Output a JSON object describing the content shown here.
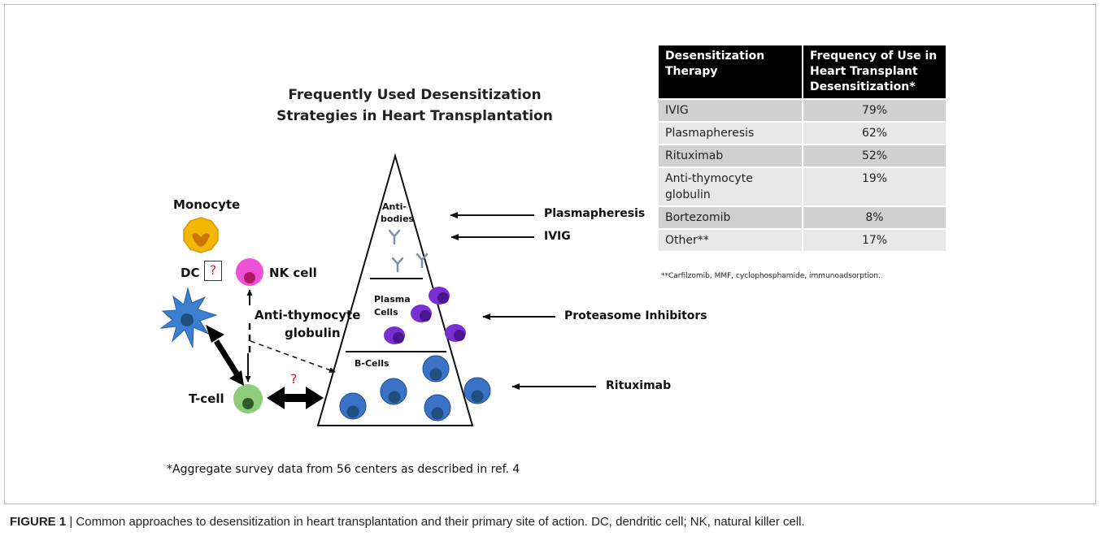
{
  "diagram": {
    "title_line1": "Frequently Used Desensitization",
    "title_line2": "Strategies in Heart Transplantation",
    "cells": {
      "monocyte": "Monocyte",
      "dc": "DC",
      "nk": "NK cell",
      "tcell": "T-cell"
    },
    "question_mark": "?",
    "atg_line1": "Anti-thymocyte",
    "atg_line2": "globulin",
    "tiers": {
      "antibodies_line1": "Anti-",
      "antibodies_line2": "bodies",
      "plasma_line1": "Plasma",
      "plasma_line2": "Cells",
      "bcells": "B-Cells"
    },
    "therapies": {
      "plasmapheresis": "Plasmapheresis",
      "ivig": "IVIG",
      "proteasome": "Proteasome Inhibitors",
      "rituximab": "Rituximab"
    },
    "survey_note": "*Aggregate survey data from 56 centers as described in ref. 4"
  },
  "table": {
    "headers": [
      "Desensitization Therapy",
      "Frequency of Use in Heart Transplant Desensitization*"
    ],
    "rows": [
      {
        "therapy": "IVIG",
        "frequency": "79%"
      },
      {
        "therapy": "Plasmapheresis",
        "frequency": "62%"
      },
      {
        "therapy": "Rituximab",
        "frequency": "52%"
      },
      {
        "therapy": "Anti-thymocyte globulin",
        "frequency": "19%"
      },
      {
        "therapy": "Bortezomib",
        "frequency": "8%"
      },
      {
        "therapy": "Other**",
        "frequency": "17%"
      }
    ],
    "footnote": "**Carfilzomib, MMF, cyclophosphamide, immunoadsorption."
  },
  "caption": {
    "label": "FIGURE 1",
    "separator": " | ",
    "text": "Common approaches to desensitization in heart transplantation and their primary site of action. DC, dendritic cell; NK, natural killer cell."
  },
  "colors": {
    "monocyte": "#f2b705",
    "nk": "#f050d8",
    "dc": "#3a7fd0",
    "tcell": "#8fcc7a",
    "plasma": "#7a2fd0",
    "bcell": "#3a72c8"
  }
}
